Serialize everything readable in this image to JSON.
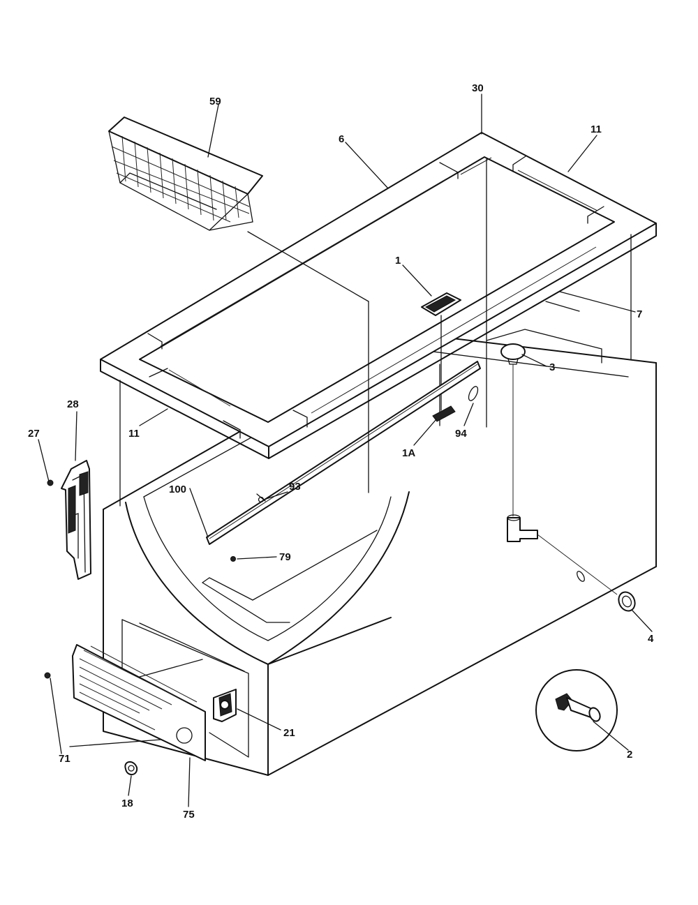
{
  "diagram": {
    "labels": {
      "p59": "59",
      "p30": "30",
      "p6": "6",
      "p11a": "11",
      "p11b": "11",
      "p1": "1",
      "p7": "7",
      "p3": "3",
      "p94": "94",
      "p1A": "1A",
      "p28": "28",
      "p27": "27",
      "p100": "100",
      "p93": "93",
      "p79": "79",
      "p4": "4",
      "p21": "21",
      "p2": "2",
      "p71": "71",
      "p18": "18",
      "p75": "75"
    }
  }
}
